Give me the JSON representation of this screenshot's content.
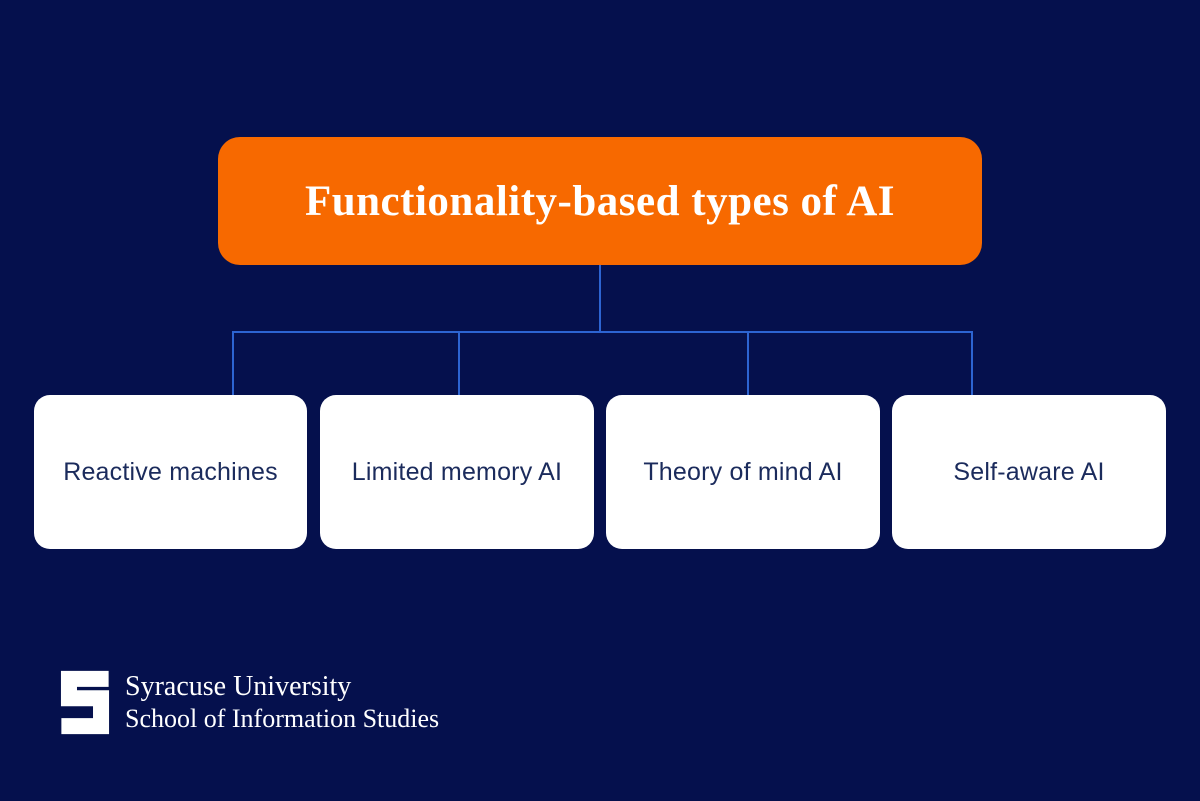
{
  "diagram": {
    "title": "Functionality-based types of AI",
    "nodes": [
      {
        "label": "Reactive machines"
      },
      {
        "label": "Limited memory AI"
      },
      {
        "label": "Theory of mind AI"
      },
      {
        "label": "Self-aware AI"
      }
    ]
  },
  "footer": {
    "org": "Syracuse University",
    "school": "School of Information Studies",
    "logo_icon": "syracuse-block-s-icon"
  },
  "colors": {
    "background": "#05104D",
    "accent_orange": "#F76900",
    "connector_blue": "#2D64D2",
    "node_text_navy": "#1B2B5C",
    "node_bg": "#FFFFFF",
    "text_white": "#FFFFFF"
  }
}
